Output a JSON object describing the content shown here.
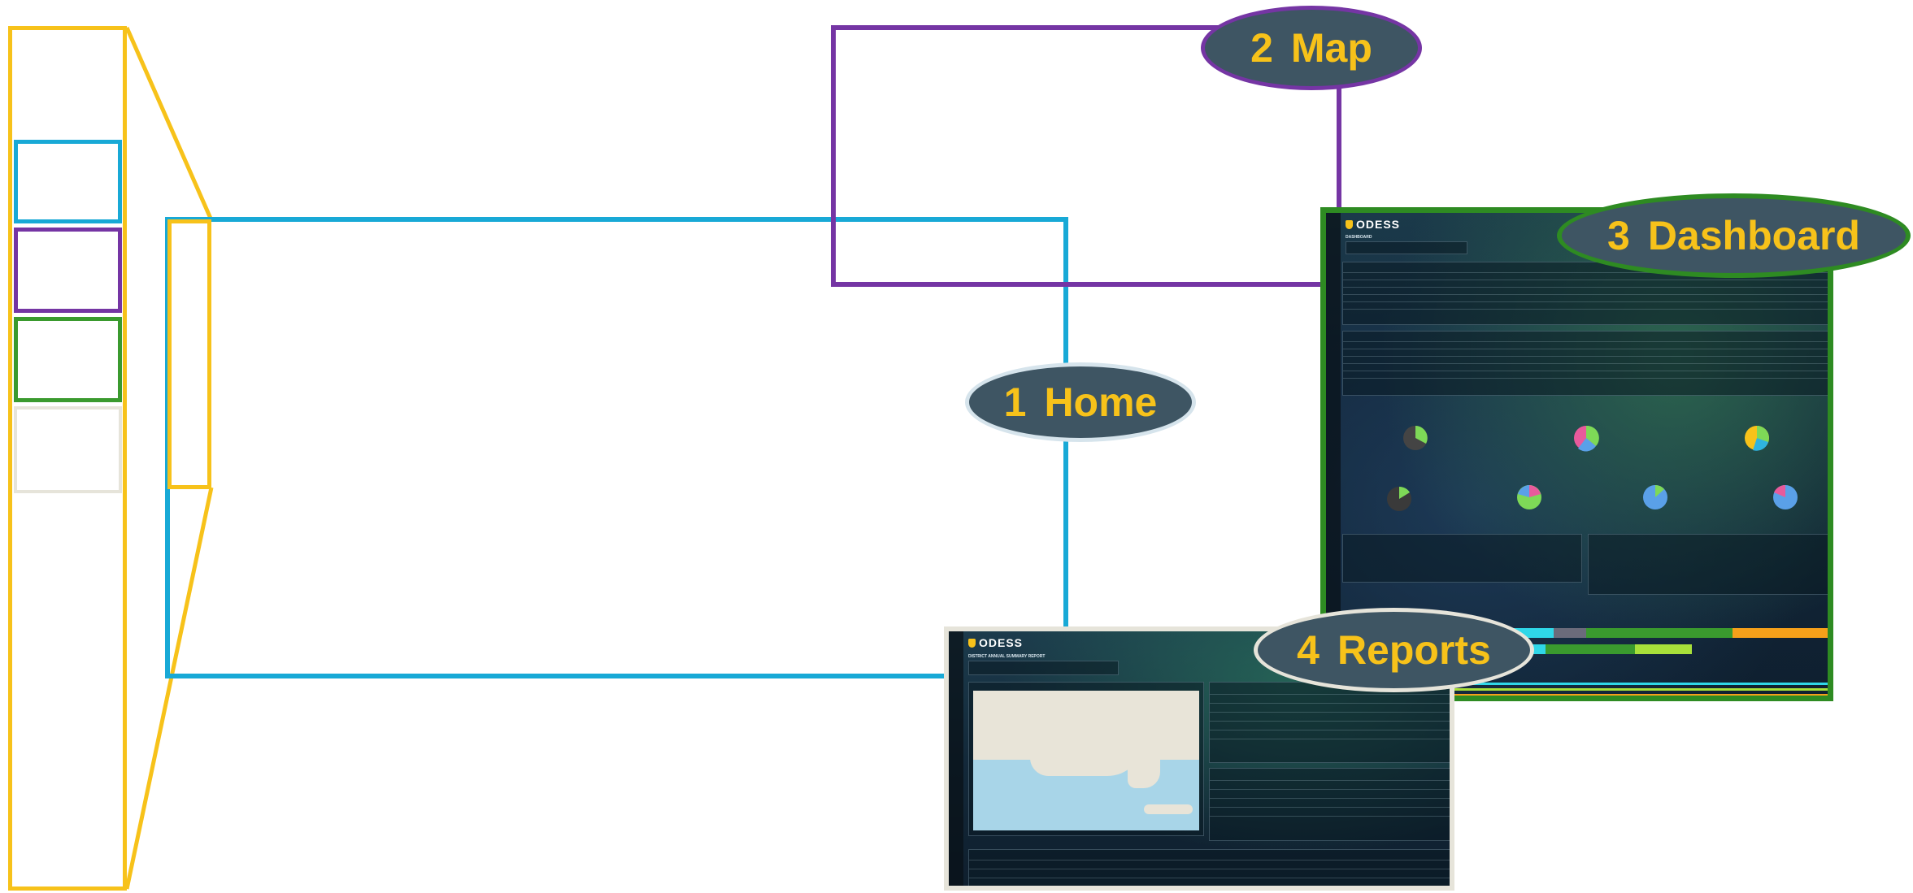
{
  "labels": {
    "home": {
      "num": "1",
      "text": "Home"
    },
    "map": {
      "num": "2",
      "text": "Map"
    },
    "dashboard": {
      "num": "3",
      "text": "Dashboard"
    },
    "reports": {
      "num": "4",
      "text": "Reports"
    }
  },
  "dashboard": {
    "logo": "ODESS",
    "title": "DASHBOARD"
  },
  "reports": {
    "logo": "ODESS",
    "title": "DISTRICT ANNUAL SUMMARY REPORT"
  },
  "colors": {
    "home": "#18A9D6",
    "map": "#7535A4",
    "dashboard": "#2E8B22",
    "reports": "#E6E4DA",
    "zoom": "#F7C21A",
    "label_text": "#F7C21A",
    "label_fill": "#3E5563"
  }
}
